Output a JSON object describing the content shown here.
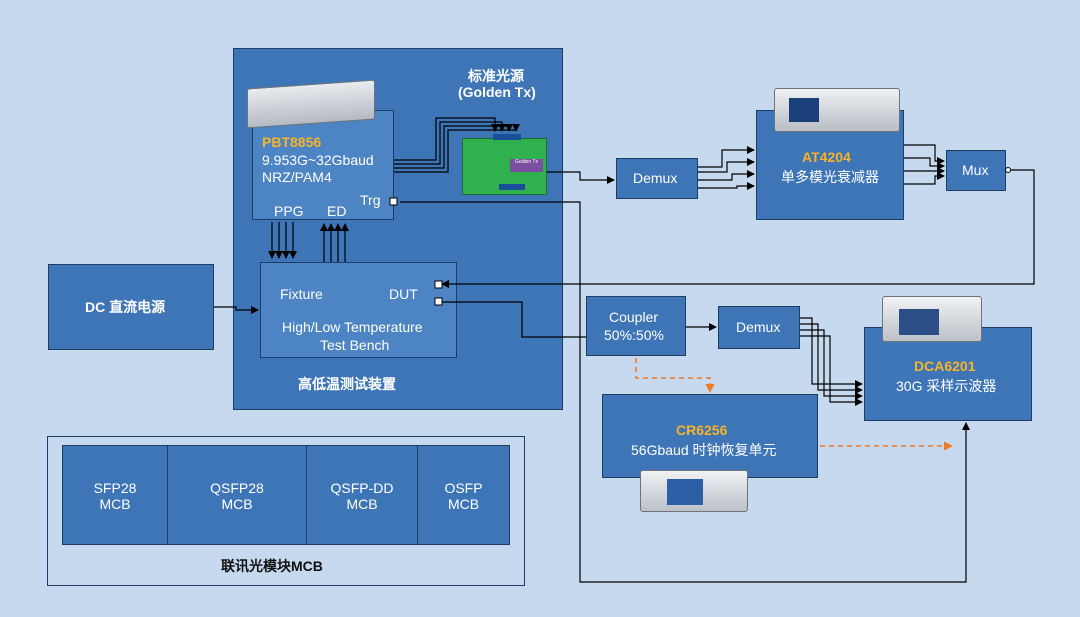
{
  "test_chamber": {
    "label": "高低温测试装置"
  },
  "golden_tx": {
    "title": "标准光源",
    "subtitle": "(Golden Tx)",
    "chip_label": "Golden Tx"
  },
  "pbt": {
    "model": "PBT8856",
    "spec1": "9.953G~32Gbaud",
    "spec2": "NRZ/PAM4",
    "ppg": "PPG",
    "ed": "ED",
    "trg": "Trg"
  },
  "fixture": {
    "left": "Fixture",
    "right": "DUT",
    "line1": "High/Low Temperature",
    "line2": "Test Bench"
  },
  "dc": {
    "label": "DC 直流电源"
  },
  "demux1": {
    "label": "Demux"
  },
  "demux2": {
    "label": "Demux"
  },
  "mux": {
    "label": "Mux"
  },
  "at4204": {
    "model": "AT4204",
    "desc": "单多模光衰减器"
  },
  "coupler": {
    "line1": "Coupler",
    "line2": "50%:50%"
  },
  "dca": {
    "model": "DCA6201",
    "desc": "30G 采样示波器"
  },
  "cr": {
    "model": "CR6256",
    "desc": "56Gbaud 时钟恢复单元"
  },
  "mcb": {
    "title": "联讯光模块MCB",
    "cells": [
      {
        "line1": "SFP28",
        "line2": "MCB"
      },
      {
        "line1": "QSFP28",
        "line2": "MCB"
      },
      {
        "line1": "QSFP-DD",
        "line2": "MCB"
      },
      {
        "line1": "OSFP",
        "line2": "MCB"
      }
    ]
  },
  "colors": {
    "background": "#c7d9ee",
    "box": "#3e75b6",
    "border": "#1d3d63",
    "accent": "#f7b329",
    "dashed": "#f07a22"
  }
}
